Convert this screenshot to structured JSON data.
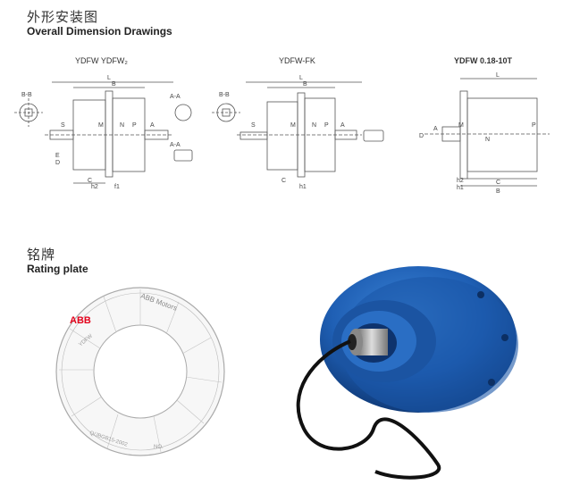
{
  "section_dimensions": {
    "title_cn": "外形安装图",
    "title_en": "Overall Dimension Drawings",
    "drawings": [
      {
        "label": "YDFW YDFW₂"
      },
      {
        "label": "YDFW-FK"
      },
      {
        "label": "YDFW 0.18-10T"
      }
    ]
  },
  "section_rating": {
    "title_cn": "铭牌",
    "title_en": "Rating plate",
    "plate": {
      "brand": "ABB",
      "maker": "ABB Motors",
      "model_text": "YDFW",
      "standard": "Q/JBGB15-2002",
      "no_label": "NO."
    }
  },
  "colors": {
    "motor_blue": "#1f5fb4",
    "motor_blue_dark": "#123f82",
    "abb_red": "#e3001b",
    "line": "#555555"
  }
}
